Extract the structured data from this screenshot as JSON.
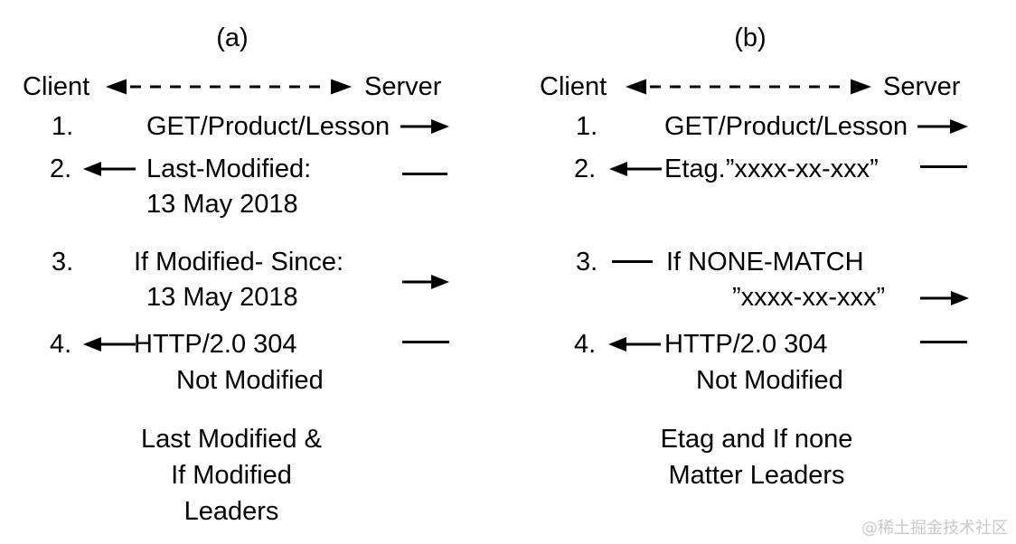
{
  "colors": {
    "background": "#ffffff",
    "ink": "#000000",
    "watermark": "#c9c9c9"
  },
  "watermark": {
    "text": "@稀土掘金技术社区"
  },
  "panels": [
    {
      "id": "a",
      "title": "(a)",
      "client": "Client",
      "server": "Server",
      "steps": [
        {
          "num": "1.",
          "line1": "GET/Product/Lesson",
          "direction": "to-server"
        },
        {
          "num": "2.",
          "line1": "Last-Modified:",
          "line2": "13 May 2018",
          "direction": "to-client"
        },
        {
          "num": "3.",
          "line1": "If Modified- Since:",
          "line2": "13 May 2018",
          "direction": "to-server"
        },
        {
          "num": "4.",
          "line1": "HTTP/2.0 304",
          "line2": "Not Modified",
          "direction": "to-client"
        }
      ],
      "caption": [
        "Last Modified &",
        "If Modified",
        "Leaders"
      ]
    },
    {
      "id": "b",
      "title": "(b)",
      "client": "Client",
      "server": "Server",
      "steps": [
        {
          "num": "1.",
          "line1": "GET/Product/Lesson",
          "direction": "to-server"
        },
        {
          "num": "2.",
          "line1": "Etag.”xxxx-xx-xxx”",
          "direction": "to-client"
        },
        {
          "num": "3.",
          "line1": "If NONE-MATCH",
          "line2": "”xxxx-xx-xxx”",
          "direction": "to-server"
        },
        {
          "num": "4.",
          "line1": "HTTP/2.0 304",
          "line2": "Not Modified",
          "direction": "to-client"
        }
      ],
      "caption": [
        "Etag and If none",
        "Matter Leaders"
      ]
    }
  ]
}
